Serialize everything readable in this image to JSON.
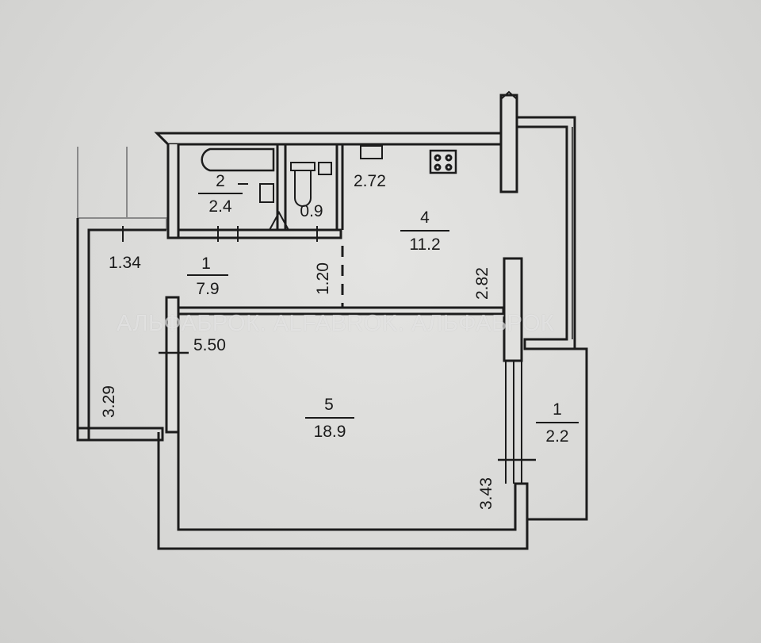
{
  "watermark": "АЛЬФАБРОК. ALFABROK. АЛЬФАБРОК",
  "rooms": [
    {
      "number": "1",
      "area": "7.9"
    },
    {
      "number": "2",
      "area": "2.4"
    },
    {
      "number": "",
      "area": "0.9"
    },
    {
      "number": "4",
      "area": "11.2"
    },
    {
      "number": "5",
      "area": "18.9"
    },
    {
      "number": "1",
      "area": "2.2"
    }
  ],
  "dimensions": {
    "hall_width": "1.34",
    "kitchen_top": "2.72",
    "hall_passage": "1.20",
    "kitchen_side": "2.82",
    "living_width": "5.50",
    "hall_height": "3.29",
    "living_height": "3.43"
  },
  "colors": {
    "wall": "#1c1c1c",
    "paper": "#dcdcda"
  }
}
